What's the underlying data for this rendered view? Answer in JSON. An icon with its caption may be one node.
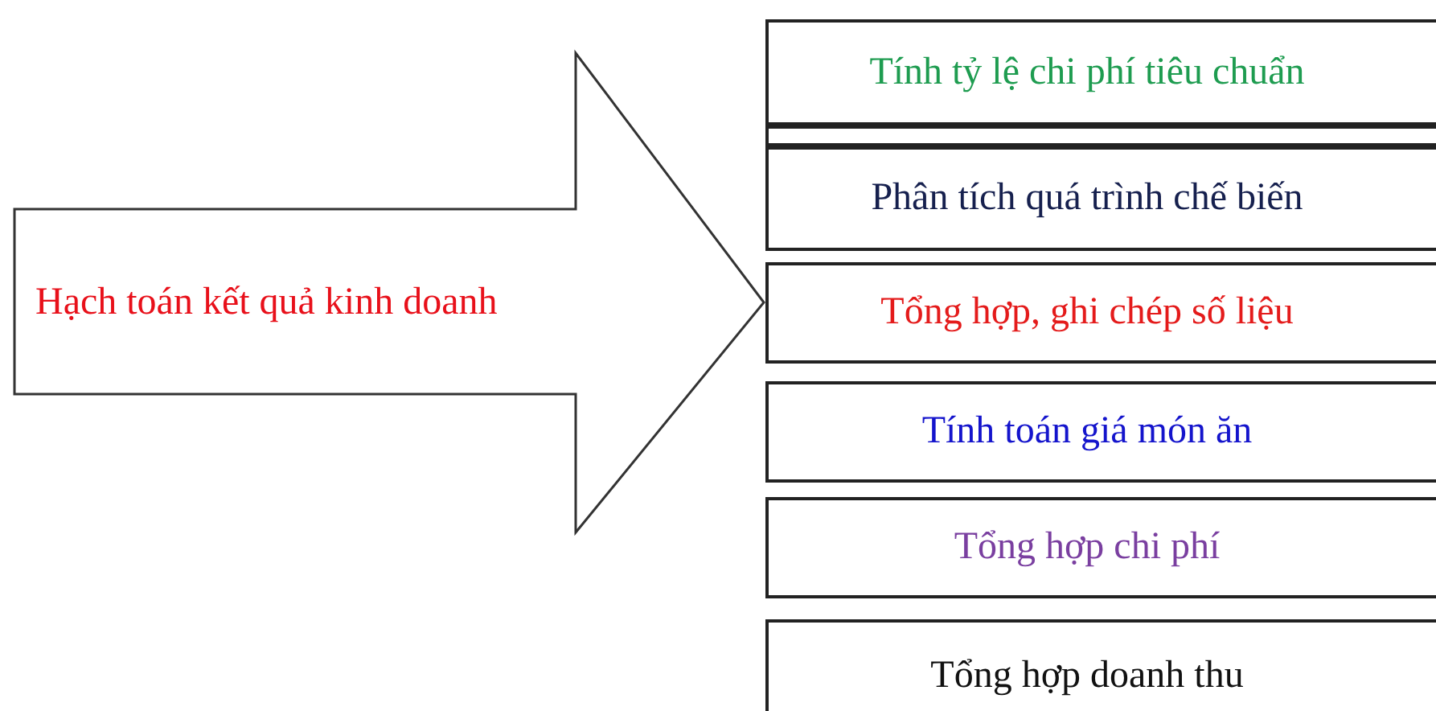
{
  "diagram": {
    "nodes": [
      {
        "text": [
          "Hạch toán kết quả kinh doanh"
        ]
      },
      {
        "text": [
          "Tính tỷ lệ chi phí tiêu chuẩn"
        ]
      },
      {
        "text": [],
        "shape": "box"
      },
      {
        "text": [
          "Phân tích quá trình chế biến"
        ]
      },
      {
        "text": [
          "Tổng hợp, ghi chép số liệu"
        ]
      },
      {
        "text": [
          "Tính toán giá món ăn"
        ]
      },
      {
        "text": [
          "Tổng hợp chi phí"
        ]
      },
      {
        "text": [
          "Tổng hợp doanh thu"
        ]
      }
    ]
  }
}
